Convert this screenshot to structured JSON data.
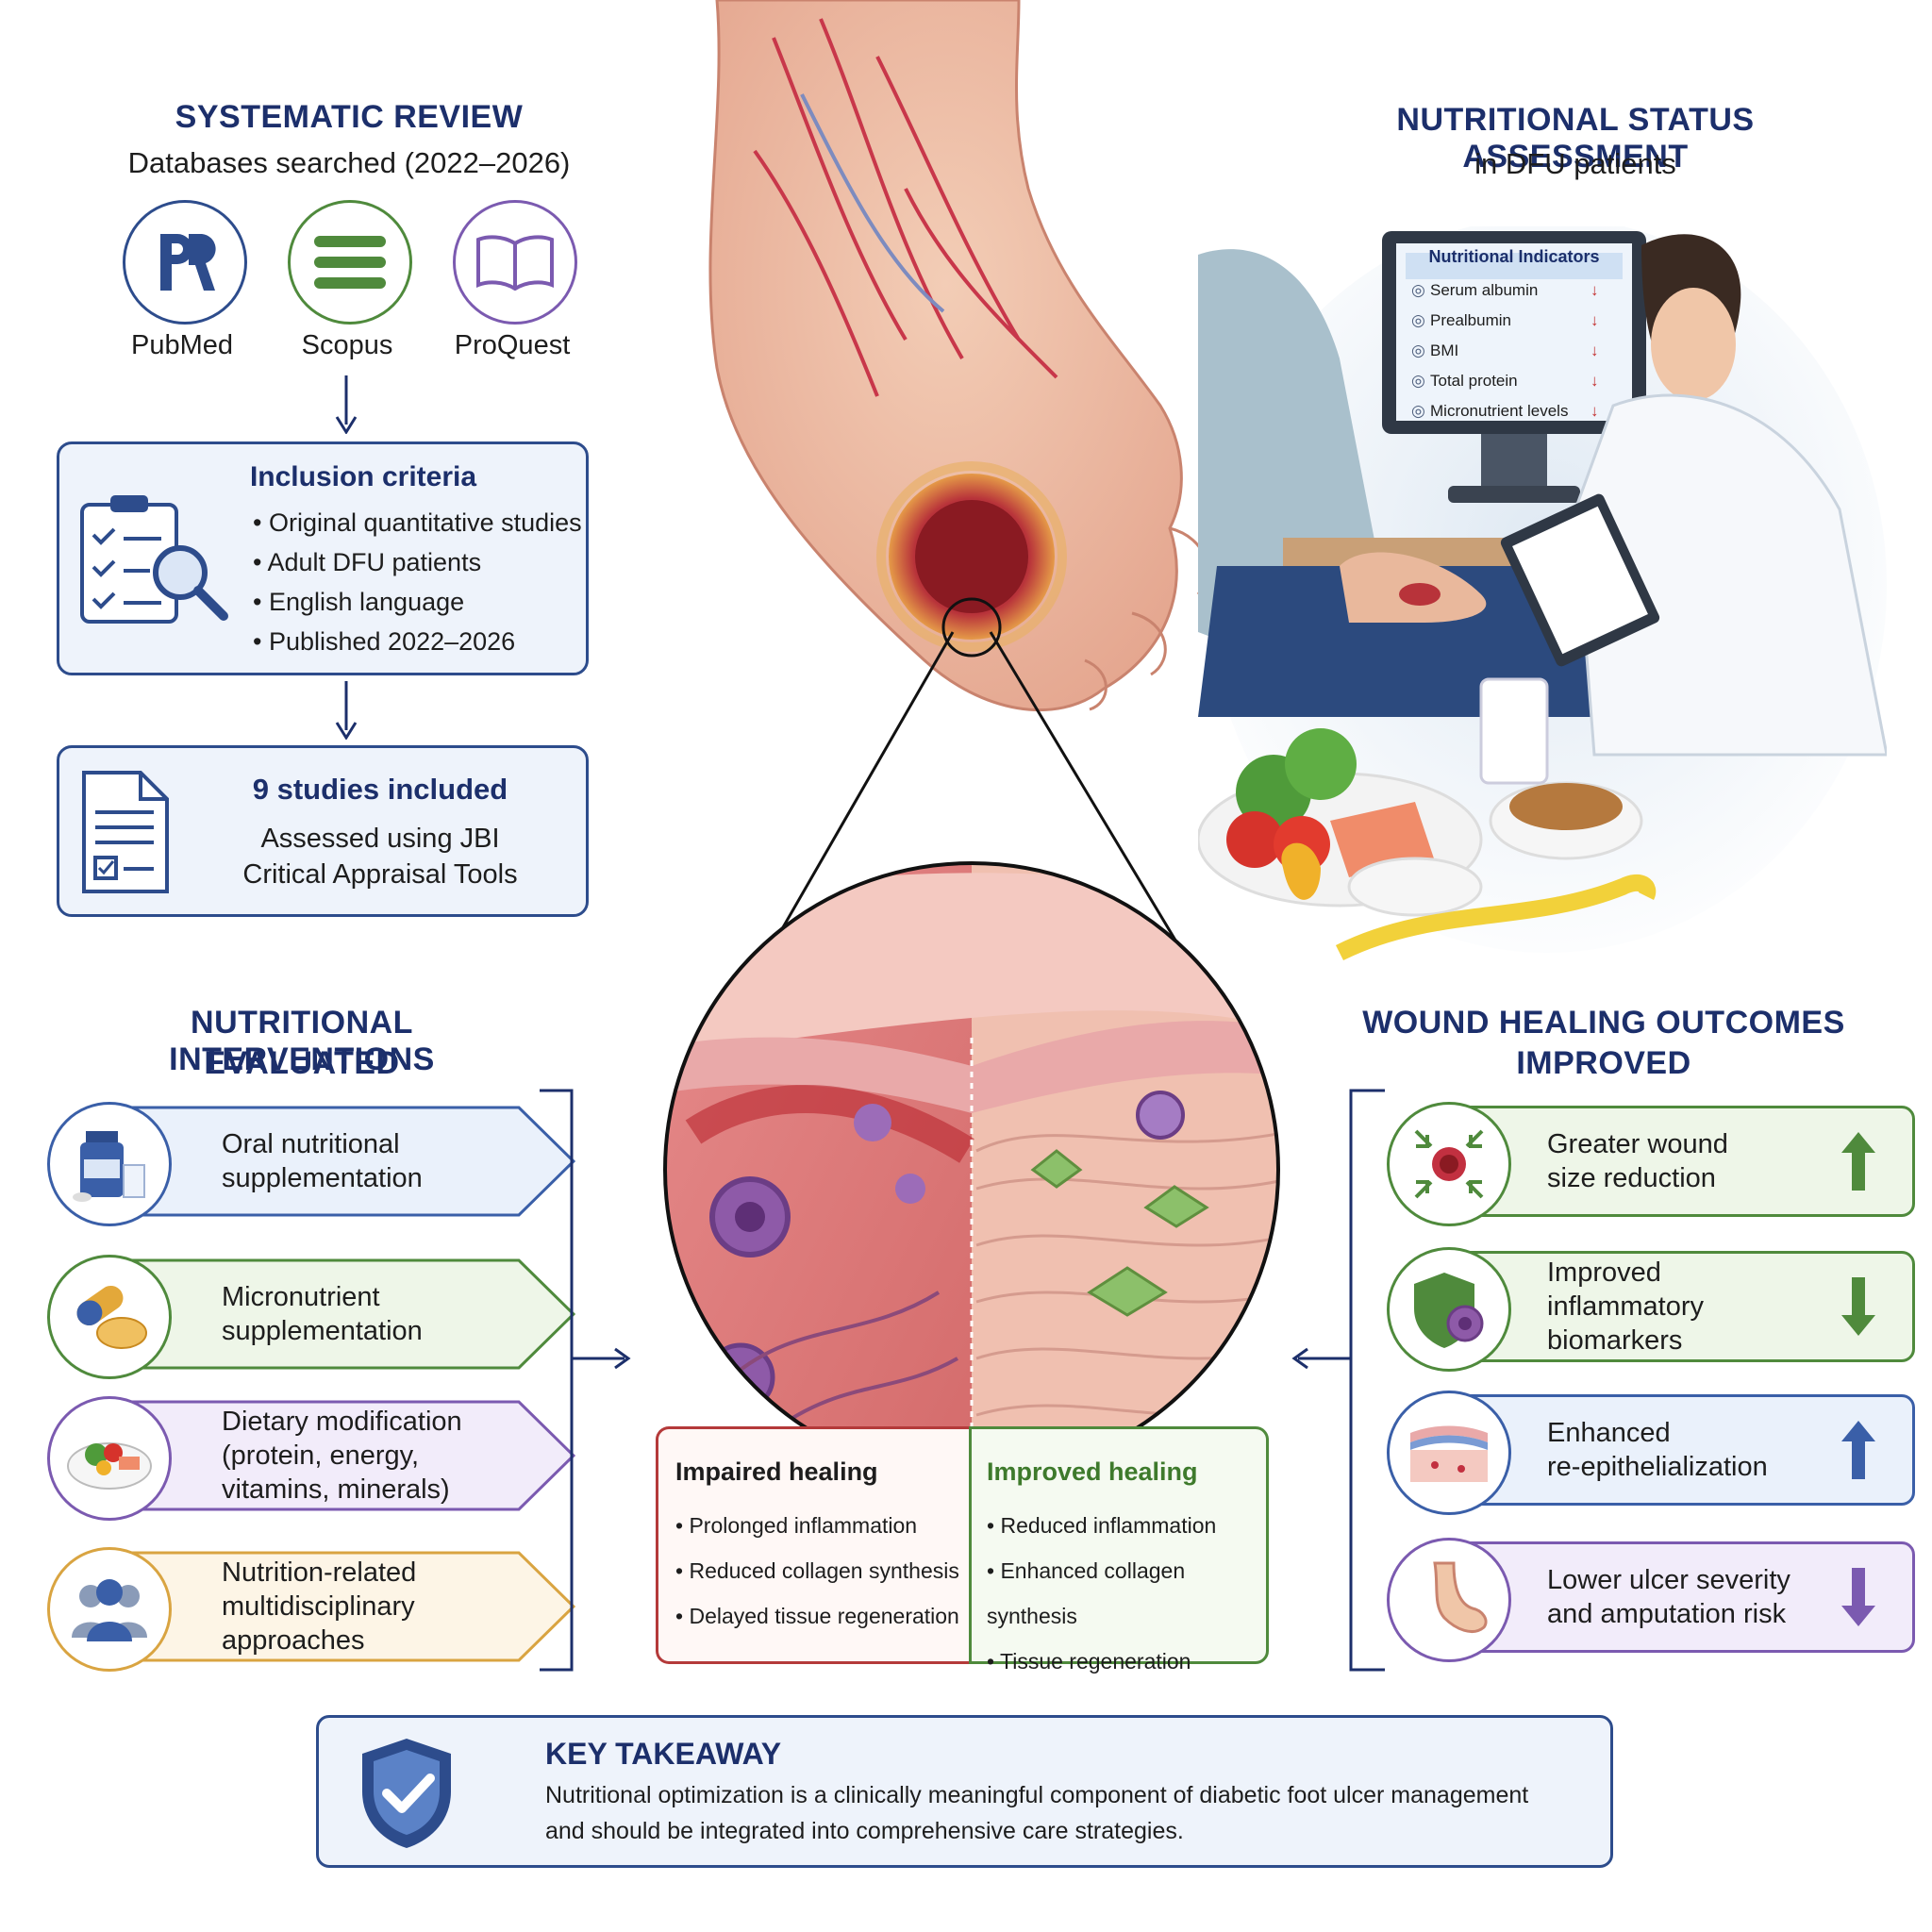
{
  "systematic_review": {
    "title": "SYSTEMATIC REVIEW",
    "subtitle": "Databases searched (2022–2026)",
    "databases": [
      {
        "label": "PubMed",
        "icon": "pubmed-logo-icon"
      },
      {
        "label": "Scopus",
        "icon": "scopus-logo-icon"
      },
      {
        "label": "ProQuest",
        "icon": "open-book-icon"
      }
    ]
  },
  "inclusion": {
    "title": "Inclusion criteria",
    "items": [
      "Original quantitative studies",
      "Adult DFU patients",
      "English language",
      "Published 2022–2026"
    ]
  },
  "studies": {
    "title": "9 studies included",
    "line1": "Assessed using JBI",
    "line2": "Critical Appraisal Tools"
  },
  "assessment": {
    "title": "NUTRITIONAL STATUS ASSESSMENT",
    "subtitle": "in DFU patients",
    "monitor_title": "Nutritional Indicators",
    "indicators": [
      "Serum albumin",
      "Prealbumin",
      "BMI",
      "Total protein",
      "Micronutrient levels"
    ]
  },
  "interventions": {
    "title_line1": "NUTRITIONAL INTERVENTIONS",
    "title_line2": "EVALUATED",
    "items": [
      {
        "lines": [
          "Oral nutritional",
          "supplementation"
        ],
        "color": "#3a5fa8",
        "fill": "#eaf1fb"
      },
      {
        "lines": [
          "Micronutrient",
          "supplementation"
        ],
        "color": "#4f8a3c",
        "fill": "#eef6e8"
      },
      {
        "lines": [
          "Dietary modification",
          "(protein, energy,",
          "vitamins, minerals)"
        ],
        "color": "#7b5ab0",
        "fill": "#f2ecfa"
      },
      {
        "lines": [
          "Nutrition-related",
          "multidisciplinary",
          "approaches"
        ],
        "color": "#d9a441",
        "fill": "#fdf5e6"
      }
    ]
  },
  "healing": {
    "impaired_title": "Impaired healing",
    "impaired_items": [
      "Prolonged inflammation",
      "Reduced collagen synthesis",
      "Delayed tissue regeneration"
    ],
    "improved_title": "Improved healing",
    "improved_items": [
      "Reduced inflammation",
      "Enhanced collagen synthesis",
      "Tissue regeneration"
    ]
  },
  "outcomes": {
    "title_line1": "WOUND HEALING OUTCOMES",
    "title_line2": "IMPROVED",
    "items": [
      {
        "lines": [
          "Greater wound",
          "size reduction"
        ],
        "direction": "up",
        "color": "#4f8a3c",
        "fill": "#eef6e8"
      },
      {
        "lines": [
          "Improved inflammatory",
          "biomarkers"
        ],
        "direction": "down",
        "color": "#4f8a3c",
        "fill": "#eef6e8"
      },
      {
        "lines": [
          "Enhanced",
          "re-epithelialization"
        ],
        "direction": "up",
        "color": "#3a5fa8",
        "fill": "#eaf1fb"
      },
      {
        "lines": [
          "Lower ulcer severity",
          "and amputation risk"
        ],
        "direction": "down",
        "color": "#7b5ab0",
        "fill": "#f2ecfa"
      }
    ]
  },
  "takeaway": {
    "title": "KEY TAKEAWAY",
    "line1": "Nutritional optimization is a clinically meaningful component of diabetic foot ulcer management",
    "line2": "and should be integrated into comprehensive care strategies."
  }
}
